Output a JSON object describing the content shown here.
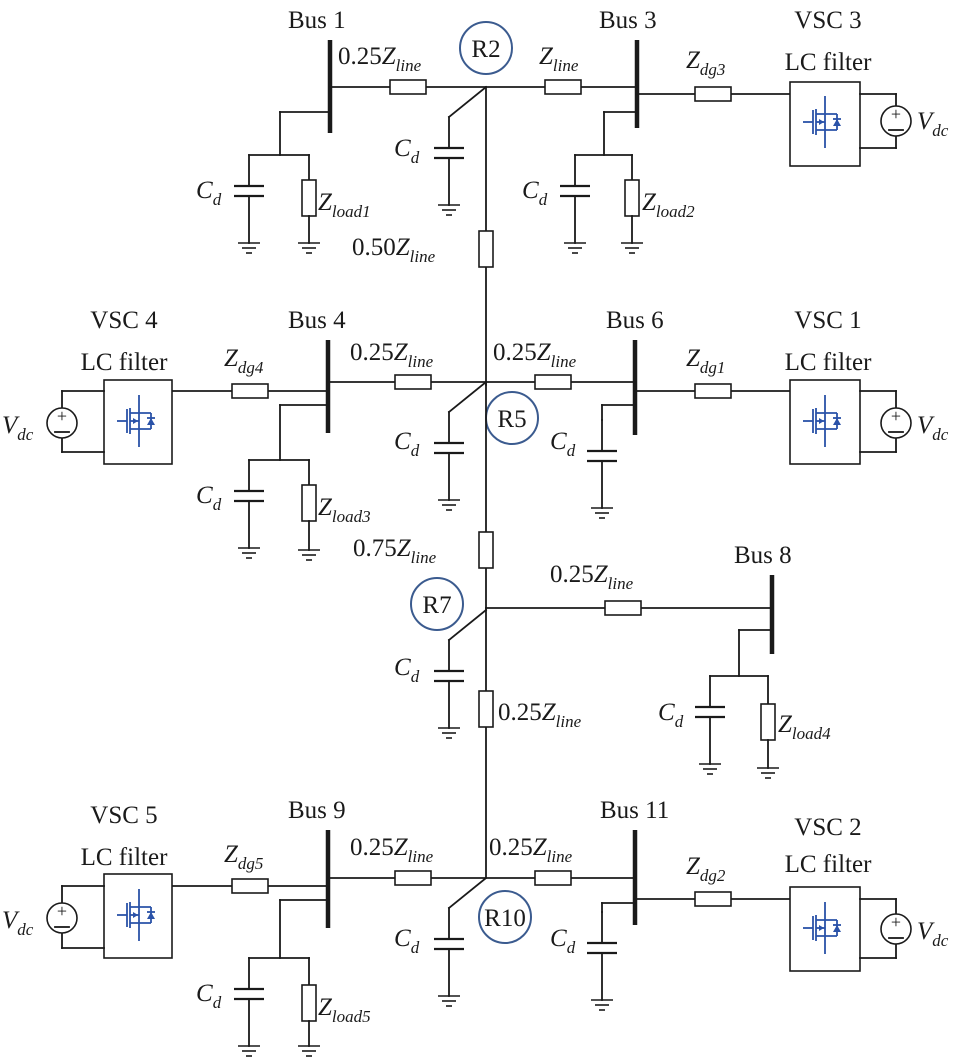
{
  "buses": {
    "bus1": "Bus 1",
    "bus3": "Bus 3",
    "bus4": "Bus 4",
    "bus6": "Bus 6",
    "bus8": "Bus 8",
    "bus9": "Bus 9",
    "bus11": "Bus 11"
  },
  "nodes": {
    "r2": "R2",
    "r5": "R5",
    "r7": "R7",
    "r10": "R10"
  },
  "vsc": {
    "vsc1": "VSC 1",
    "vsc2": "VSC 2",
    "vsc3": "VSC 3",
    "vsc4": "VSC 4",
    "vsc5": "VSC 5",
    "filter": "LC filter"
  },
  "symbols": {
    "Z": "Z",
    "C": "C",
    "V": "V",
    "line_sub": "line",
    "d_sub": "d",
    "dc_sub": "dc",
    "coef_025": "0.25",
    "coef_050": "0.50",
    "coef_075": "0.75",
    "dg1": "dg1",
    "dg2": "dg2",
    "dg3": "dg3",
    "dg4": "dg4",
    "dg5": "dg5",
    "load1": "load1",
    "load2": "load2",
    "load3": "load3",
    "load4": "load4",
    "load5": "load5"
  },
  "icons": {
    "bus": "bus-bar-icon",
    "resistor": "impedance-icon",
    "capacitor": "capacitor-icon",
    "ground": "ground-icon",
    "transistor": "mosfet-icon",
    "dc_source": "dc-source-icon"
  },
  "colors": {
    "node_circle": "#3b5b8f",
    "switch": "#2a52a8",
    "ink": "#1a1a1a"
  }
}
